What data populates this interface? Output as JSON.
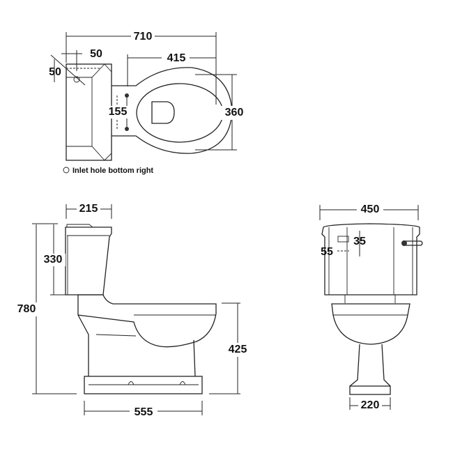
{
  "title": "Close coupled toilet technical drawing",
  "top_view": {
    "overall_length": "710",
    "inlet_offset_x": "50",
    "inlet_offset_y": "50",
    "bowl_length": "415",
    "bowl_width": "360",
    "fixing_holes": "155",
    "note": "Inlet hole bottom right"
  },
  "side_view": {
    "cistern_depth": "215",
    "overall_height": "780",
    "cistern_height": "330",
    "pan_height": "425",
    "pan_projection": "555"
  },
  "front_view": {
    "cistern_width": "450",
    "button_height": "35",
    "button_offset": "55",
    "pedestal_width": "220"
  }
}
